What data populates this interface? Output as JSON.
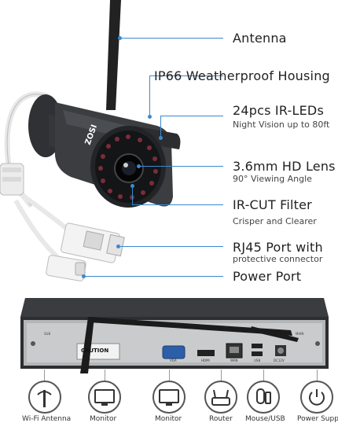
{
  "callouts": [
    {
      "title": "Antenna",
      "sub": ""
    },
    {
      "title": "IP66 Weatherproof Housing",
      "sub": ""
    },
    {
      "title": "24pcs IR-LEDs",
      "sub": "Night Vision up to 80ft"
    },
    {
      "title": "3.6mm HD Lens",
      "sub": "90° Viewing Angle"
    },
    {
      "title": "IR-CUT Filter",
      "sub": "Crisper and Clearer"
    },
    {
      "title": "RJ45 Port with",
      "sub": "protective connector"
    },
    {
      "title": "Power Port",
      "sub": ""
    }
  ],
  "camera": {
    "brand": "ZOSI"
  },
  "nvr": {
    "caution": "CAUTION",
    "ports": [
      "SUB",
      "VGA",
      "HDMI",
      "WAN",
      "USB",
      "DC12V",
      "MAIN"
    ]
  },
  "bottom_items": [
    {
      "icon": "wifi-antenna-icon",
      "label": "Wi-Fi Antenna"
    },
    {
      "icon": "monitor-icon",
      "label": "Monitor"
    },
    {
      "icon": "monitor-icon",
      "label": "Monitor"
    },
    {
      "icon": "router-icon",
      "label": "Router"
    },
    {
      "icon": "mouse-icon",
      "label": "Mouse/USB"
    },
    {
      "icon": "power-icon",
      "label": "Power Supply"
    }
  ],
  "colors": {
    "accent": "#3a8ad0",
    "camera_body": "#3b3d40",
    "nvr_body": "#2c2e31"
  }
}
